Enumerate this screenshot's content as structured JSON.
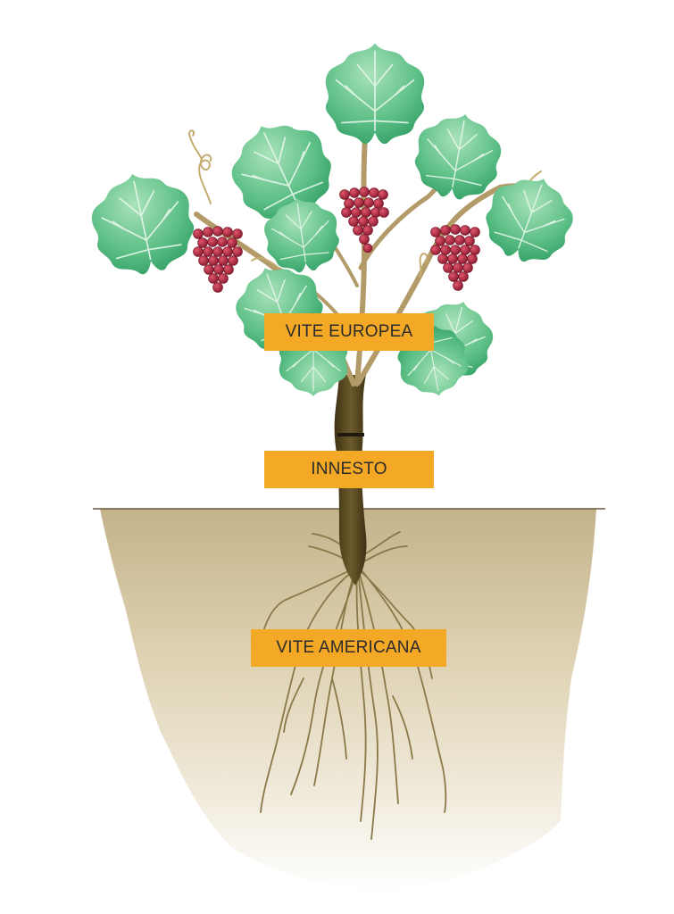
{
  "labels": {
    "european_vine": "VITE EUROPEA",
    "graft": "INNESTO",
    "american_vine": "VITE AMERICANA"
  },
  "colors": {
    "label_bg": "#f4a926",
    "label_text": "#2b2b2b",
    "leaf_light": "#9fdcb0",
    "leaf_dark": "#2e9e63",
    "trunk": "#5c4a22",
    "branch": "#b39b69",
    "grape": "#a3223a",
    "soil_top": "#c4b38b",
    "ground_line": "#6b5a3e",
    "root": "#8a7848"
  },
  "icons": [
    "grape-leaf-icon",
    "grape-cluster-icon",
    "tendril-icon",
    "root-icon"
  ]
}
